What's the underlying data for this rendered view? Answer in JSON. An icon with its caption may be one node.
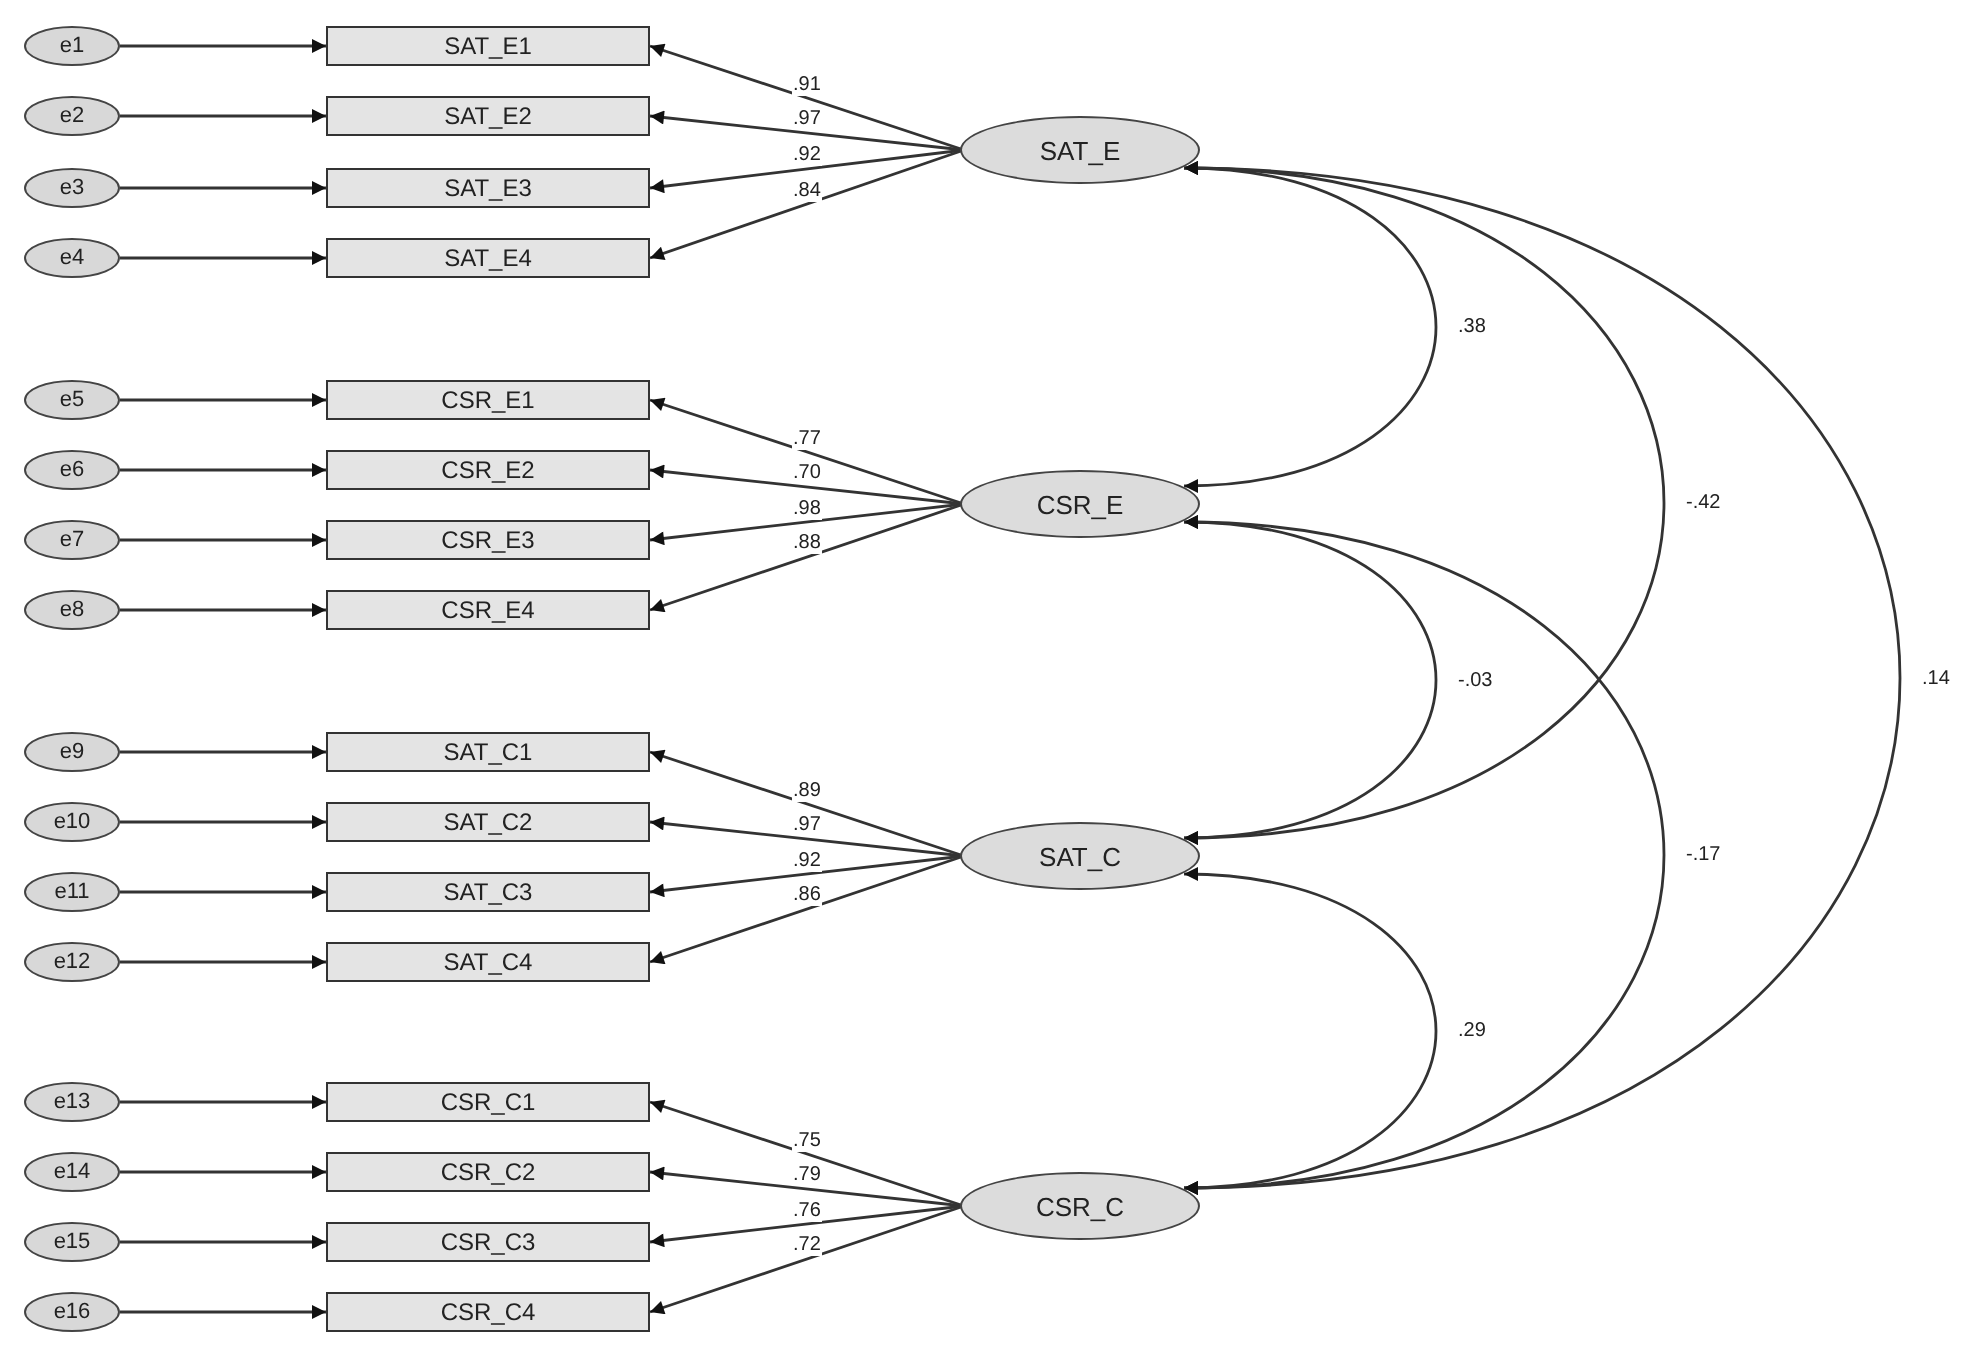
{
  "diagram": {
    "nodes": [
      {
        "text": [
          "e1"
        ]
      },
      {
        "text": [
          "e2"
        ]
      },
      {
        "text": [
          "e3"
        ]
      },
      {
        "text": [
          "e4"
        ]
      },
      {
        "text": [
          "e5"
        ]
      },
      {
        "text": [
          "e6"
        ]
      },
      {
        "text": [
          "e7"
        ]
      },
      {
        "text": [
          "e8"
        ]
      },
      {
        "text": [
          "e9"
        ]
      },
      {
        "text": [
          "e10"
        ]
      },
      {
        "text": [
          "e11"
        ]
      },
      {
        "text": [
          "e12"
        ]
      },
      {
        "text": [
          "e13"
        ]
      },
      {
        "text": [
          "e14"
        ]
      },
      {
        "text": [
          "e15"
        ]
      },
      {
        "text": [
          "e16"
        ]
      },
      {
        "text": [
          "SAT_E1"
        ]
      },
      {
        "text": [
          "SAT_E2"
        ]
      },
      {
        "text": [
          "SAT_E3"
        ]
      },
      {
        "text": [
          "SAT_E4"
        ]
      },
      {
        "text": [
          "CSR_E1"
        ]
      },
      {
        "text": [
          "CSR_E2"
        ]
      },
      {
        "text": [
          "CSR_E3"
        ]
      },
      {
        "text": [
          "CSR_E4"
        ]
      },
      {
        "text": [
          "SAT_C1"
        ]
      },
      {
        "text": [
          "SAT_C2"
        ]
      },
      {
        "text": [
          "SAT_C3"
        ]
      },
      {
        "text": [
          "SAT_C4"
        ]
      },
      {
        "text": [
          "CSR_C1"
        ]
      },
      {
        "text": [
          "CSR_C2"
        ]
      },
      {
        "text": [
          "CSR_C3"
        ]
      },
      {
        "text": [
          "CSR_C4"
        ]
      },
      {
        "text": [
          "SAT_E"
        ]
      },
      {
        "text": [
          "CSR_E"
        ]
      },
      {
        "text": [
          "SAT_C"
        ]
      },
      {
        "text": [
          "CSR_C"
        ]
      }
    ],
    "edges": [
      {
        "from": 0,
        "to": 16,
        "arrow": "to"
      },
      {
        "from": 1,
        "to": 17,
        "arrow": "to"
      },
      {
        "from": 2,
        "to": 18,
        "arrow": "to"
      },
      {
        "from": 3,
        "to": 19,
        "arrow": "to"
      },
      {
        "from": 4,
        "to": 20,
        "arrow": "to"
      },
      {
        "from": 5,
        "to": 21,
        "arrow": "to"
      },
      {
        "from": 6,
        "to": 22,
        "arrow": "to"
      },
      {
        "from": 7,
        "to": 23,
        "arrow": "to"
      },
      {
        "from": 8,
        "to": 24,
        "arrow": "to"
      },
      {
        "from": 9,
        "to": 25,
        "arrow": "to"
      },
      {
        "from": 10,
        "to": 26,
        "arrow": "to"
      },
      {
        "from": 11,
        "to": 27,
        "arrow": "to"
      },
      {
        "from": 12,
        "to": 28,
        "arrow": "to"
      },
      {
        "from": 13,
        "to": 29,
        "arrow": "to"
      },
      {
        "from": 14,
        "to": 30,
        "arrow": "to"
      },
      {
        "from": 15,
        "to": 31,
        "arrow": "to"
      },
      {
        "from": 32,
        "to": 16,
        "arrow": "to",
        "label": ".91"
      },
      {
        "from": 32,
        "to": 17,
        "arrow": "to",
        "label": ".97"
      },
      {
        "from": 32,
        "to": 18,
        "arrow": "to",
        "label": ".92"
      },
      {
        "from": 32,
        "to": 19,
        "arrow": "to",
        "label": ".84"
      },
      {
        "from": 33,
        "to": 20,
        "arrow": "to",
        "label": ".77"
      },
      {
        "from": 33,
        "to": 21,
        "arrow": "to",
        "label": ".70"
      },
      {
        "from": 33,
        "to": 22,
        "arrow": "to",
        "label": ".98"
      },
      {
        "from": 33,
        "to": 23,
        "arrow": "to",
        "label": ".88"
      },
      {
        "from": 34,
        "to": 24,
        "arrow": "to",
        "label": ".89"
      },
      {
        "from": 34,
        "to": 25,
        "arrow": "to",
        "label": ".97"
      },
      {
        "from": 34,
        "to": 26,
        "arrow": "to",
        "label": ".92"
      },
      {
        "from": 34,
        "to": 27,
        "arrow": "to",
        "label": ".86"
      },
      {
        "from": 35,
        "to": 28,
        "arrow": "to",
        "label": ".75"
      },
      {
        "from": 35,
        "to": 29,
        "arrow": "to",
        "label": ".79"
      },
      {
        "from": 35,
        "to": 30,
        "arrow": "to",
        "label": ".76"
      },
      {
        "from": 35,
        "to": 31,
        "arrow": "to",
        "label": ".72"
      },
      {
        "from": 32,
        "to": 33,
        "arrow": "both",
        "label": ".38"
      },
      {
        "from": 32,
        "to": 34,
        "arrow": "both",
        "label": "-.42"
      },
      {
        "from": 32,
        "to": 35,
        "arrow": "both",
        "label": ".14"
      },
      {
        "from": 33,
        "to": 34,
        "arrow": "both",
        "label": "-.03"
      },
      {
        "from": 33,
        "to": 35,
        "arrow": "both",
        "label": "-.17"
      },
      {
        "from": 34,
        "to": 35,
        "arrow": "both",
        "label": ".29"
      }
    ]
  }
}
